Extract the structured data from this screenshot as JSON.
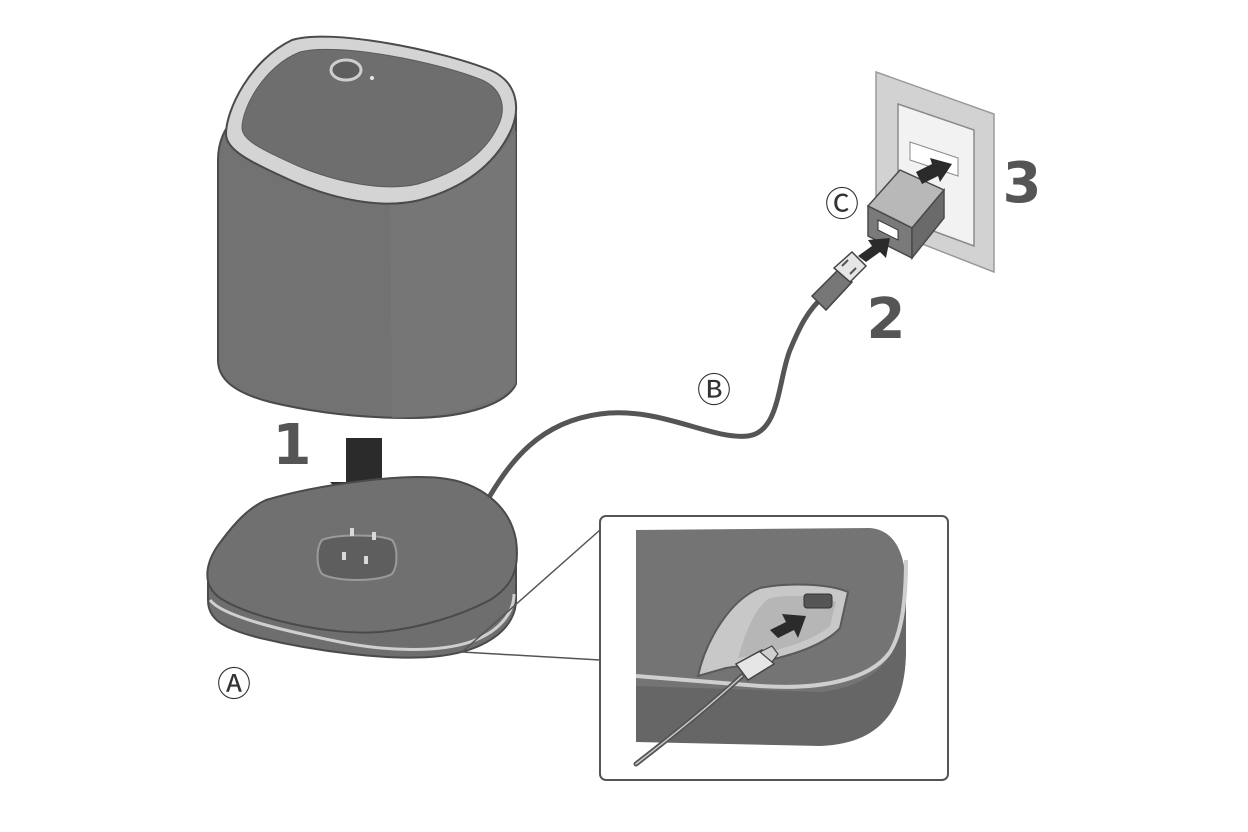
{
  "steps": {
    "step1": "1",
    "step2": "2",
    "step3": "3"
  },
  "callouts": {
    "charging_stand": "Ⓐ",
    "usb_cable": "Ⓑ",
    "usb_ac_adaptor": "Ⓒ"
  },
  "colors": {
    "body_dark": "#6e6e6e",
    "body_mid": "#808080",
    "top_face": "#707070",
    "rim_light": "#d4d4d4",
    "outline": "#4a4a4a",
    "wall_plate": "#d2d2d2",
    "arrow": "#2b2b2b"
  }
}
